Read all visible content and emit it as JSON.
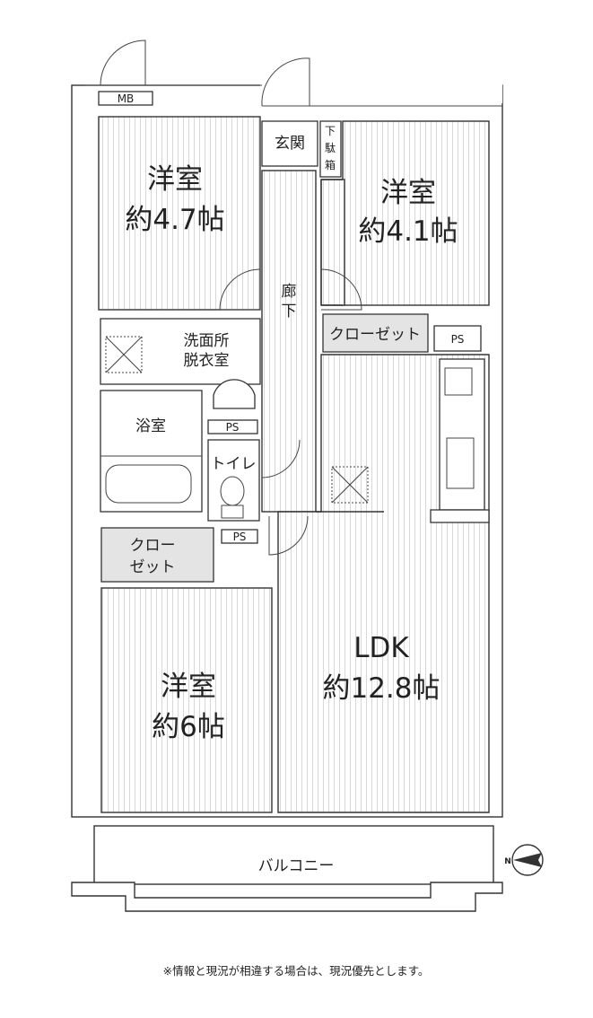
{
  "rooms": {
    "western_a": {
      "name": "洋室",
      "size": "約4.7帖"
    },
    "western_b": {
      "name": "洋室",
      "size": "約4.1帖"
    },
    "western_c": {
      "name": "洋室",
      "size": "約6帖"
    },
    "ldk": {
      "name": "LDK",
      "size": "約12.8帖"
    },
    "entrance": "玄関",
    "shoe_box": [
      "下",
      "駄",
      "箱"
    ],
    "hallway": [
      "廊",
      "下"
    ],
    "washroom": [
      "洗面所",
      "脱衣室"
    ],
    "bathroom": "浴室",
    "toilet": "トイレ",
    "closet_upper": "クローゼット",
    "closet_lower": [
      "クロー",
      "ゼット"
    ],
    "balcony": "バルコニー",
    "mb": "MB",
    "ps": "PS"
  },
  "compass": {
    "label": "N",
    "icon": "north-arrow-icon"
  },
  "footer_note": "※情報と現況が相違する場合は、現況優先とします。"
}
